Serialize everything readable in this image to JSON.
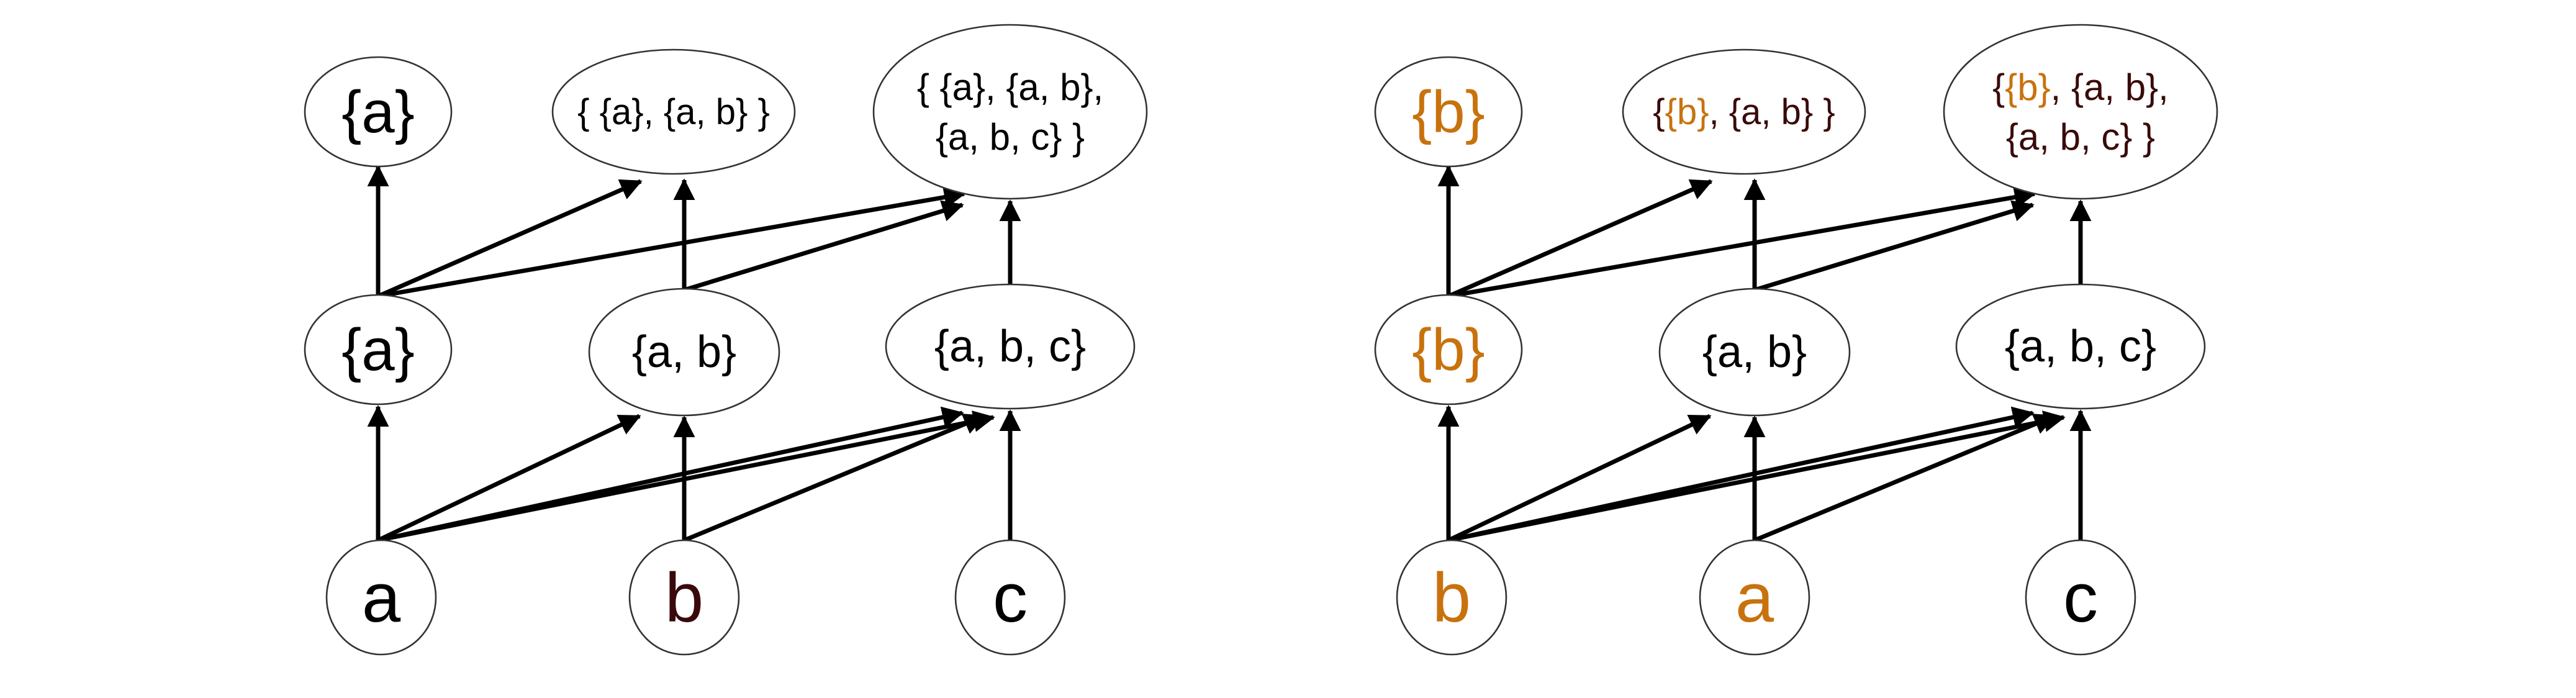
{
  "colors": {
    "black": "#000000",
    "orange": "#c8720e",
    "dark_brown": "#3a0a0a",
    "stroke": "#333333"
  },
  "left_panel": {
    "nodes": {
      "top_a": [
        [
          {
            "t": "{a}",
            "c": "black"
          }
        ]
      ],
      "top_ab": [
        [
          {
            "t": "{ {a}, {a, b} }",
            "c": "black"
          }
        ]
      ],
      "top_abc": [
        [
          {
            "t": "{ {a}, {a, b},",
            "c": "black"
          }
        ],
        [
          {
            "t": "{a, b, c} }",
            "c": "black"
          }
        ]
      ],
      "mid_a": [
        [
          {
            "t": "{a}",
            "c": "black"
          }
        ]
      ],
      "mid_ab": [
        [
          {
            "t": "{a, b}",
            "c": "black"
          }
        ]
      ],
      "mid_abc": [
        [
          {
            "t": "{a, b, c}",
            "c": "black"
          }
        ]
      ],
      "bot_1": [
        [
          {
            "t": "a",
            "c": "black"
          }
        ]
      ],
      "bot_2": [
        [
          {
            "t": "b",
            "c": "dark_brown"
          }
        ]
      ],
      "bot_3": [
        [
          {
            "t": "c",
            "c": "black"
          }
        ]
      ]
    }
  },
  "right_panel": {
    "nodes": {
      "top_a": [
        [
          {
            "t": "{b}",
            "c": "orange"
          }
        ]
      ],
      "top_ab": [
        [
          {
            "t": "{",
            "c": "dark_brown"
          },
          {
            "t": "{b}",
            "c": "orange"
          },
          {
            "t": ", {a, b} }",
            "c": "dark_brown"
          }
        ]
      ],
      "top_abc": [
        [
          {
            "t": "{",
            "c": "dark_brown"
          },
          {
            "t": "{b}",
            "c": "orange"
          },
          {
            "t": ", {a, b},",
            "c": "dark_brown"
          }
        ],
        [
          {
            "t": "{a, b, c} }",
            "c": "dark_brown"
          }
        ]
      ],
      "mid_a": [
        [
          {
            "t": "{b}",
            "c": "orange"
          }
        ]
      ],
      "mid_ab": [
        [
          {
            "t": "{a, b}",
            "c": "black"
          }
        ]
      ],
      "mid_abc": [
        [
          {
            "t": "{a, b, c}",
            "c": "black"
          }
        ]
      ],
      "bot_1": [
        [
          {
            "t": "b",
            "c": "orange"
          }
        ]
      ],
      "bot_2": [
        [
          {
            "t": "a",
            "c": "orange"
          }
        ]
      ],
      "bot_3": [
        [
          {
            "t": "c",
            "c": "black"
          }
        ]
      ]
    }
  }
}
